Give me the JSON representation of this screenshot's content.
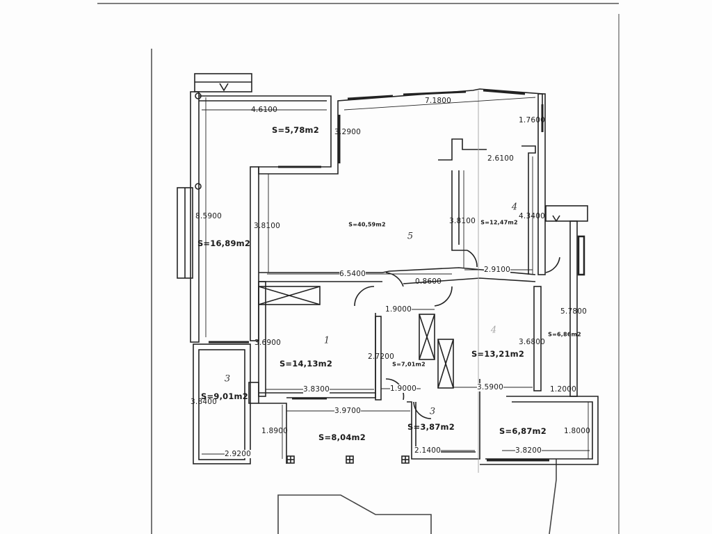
{
  "dimensions": [
    "4.6100",
    "3.2900",
    "7.1800",
    "1.7600",
    "2.6100",
    "8.5900",
    "3.8100",
    "3.8100",
    "4.3400",
    "6.5400",
    "2.9100",
    "0.8600",
    "1.9000",
    "5.7800",
    "3.6900",
    "2.7200",
    "3.6800",
    "3.8400",
    "3.8300",
    "1.9000",
    "3.5900",
    "1.2000",
    "3.9700",
    "1.8900",
    "1.8000",
    "2.9200",
    "2.1400",
    "3.8200"
  ],
  "areas": [
    "S=5,78m2",
    "S=40,59m2",
    "S=12,47m2",
    "S=16,89m2",
    "S=14,13m2",
    "S=7,01m2",
    "S=6,86m2",
    "S=13,21m2",
    "S=9,01m2",
    "S=8,04m2",
    "S=3,87m2",
    "S=6,87m2"
  ],
  "handwritten_marks": [
    "5",
    "4",
    "1",
    "3",
    "3",
    "4"
  ]
}
